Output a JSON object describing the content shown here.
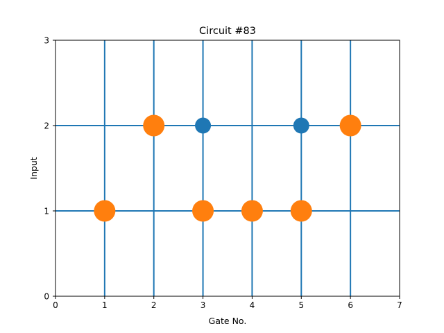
{
  "chart_data": {
    "type": "scatter",
    "title": "Circuit #83",
    "xlabel": "Gate No.",
    "ylabel": "Input",
    "xlim": [
      0,
      7
    ],
    "ylim": [
      0,
      3
    ],
    "xticks": [
      0,
      1,
      2,
      3,
      4,
      5,
      6,
      7
    ],
    "yticks": [
      0,
      1,
      2,
      3
    ],
    "grid": {
      "vertical_lines_x": [
        1,
        2,
        3,
        4,
        5,
        6
      ],
      "horizontal_lines_y": [
        1,
        2
      ],
      "color": "#1f77b4"
    },
    "series": [
      {
        "color": "#ff7f0e",
        "marker": "large-circle",
        "points": [
          {
            "x": 1,
            "y": 1
          },
          {
            "x": 2,
            "y": 2
          },
          {
            "x": 3,
            "y": 1
          },
          {
            "x": 4,
            "y": 1
          },
          {
            "x": 5,
            "y": 1
          },
          {
            "x": 6,
            "y": 2
          }
        ]
      },
      {
        "color": "#1f77b4",
        "marker": "small-circle",
        "points": [
          {
            "x": 3,
            "y": 2
          },
          {
            "x": 5,
            "y": 2
          }
        ]
      }
    ]
  }
}
